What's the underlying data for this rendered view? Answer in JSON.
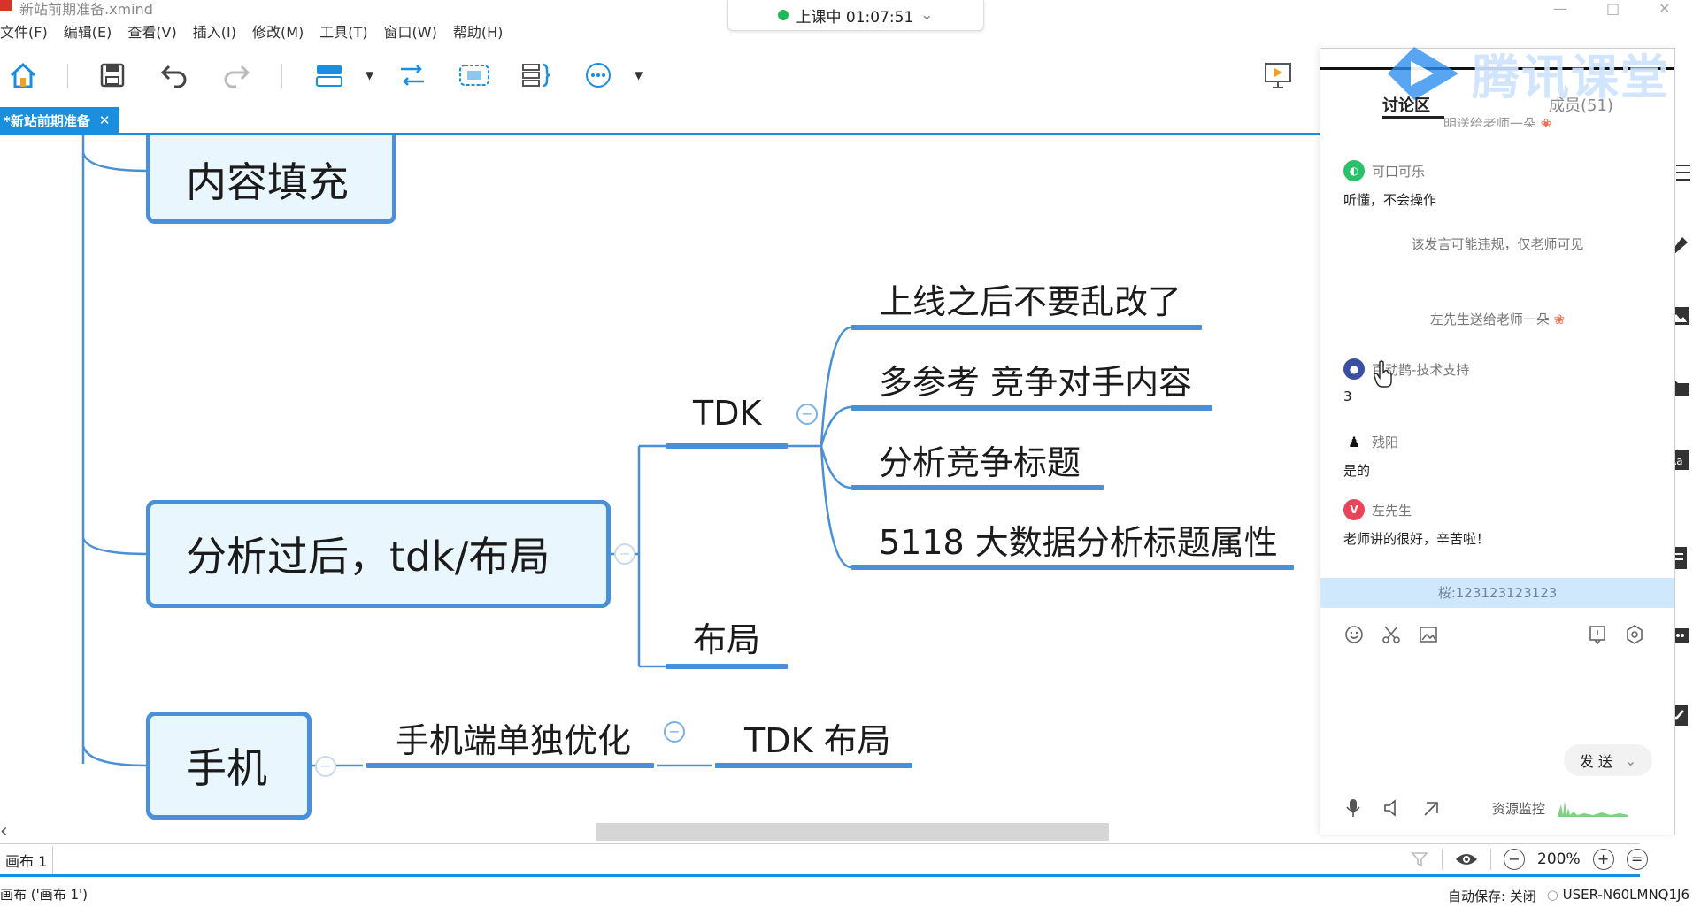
{
  "window": {
    "file_title": "新站前期准备.xmind",
    "controls": [
      "—",
      "□",
      "✕"
    ]
  },
  "menu": [
    "文件(F)",
    "编辑(E)",
    "查看(V)",
    "插入(I)",
    "修改(M)",
    "工具(T)",
    "窗口(W)",
    "帮助(H)"
  ],
  "live": {
    "status": "上课中 01:07:51",
    "caret": "⌄"
  },
  "toolbar": {
    "icons": [
      "home-icon",
      "save-icon",
      "undo-icon",
      "redo-icon",
      "topic-icon",
      "relationship-icon",
      "boundary-icon",
      "summary-icon",
      "more-icon",
      "presentation-icon"
    ]
  },
  "doc_tab": {
    "label": "*新站前期准备",
    "close": "✕"
  },
  "mindmap": {
    "nodes": {
      "content_fill": "内容填充",
      "analysis": "分析过后，tdk/布局",
      "mobile": "手机"
    },
    "tdk": "TDK",
    "layout": "布局",
    "tdk_children": [
      "上线之后不要乱改了",
      "多参考 竞争对手内容",
      "分析竞争标题",
      "5118 大数据分析标题属性"
    ],
    "mobile_child": "手机端单独优化",
    "mobile_grandchild": "TDK 布局",
    "collapse_glyph": "−"
  },
  "sheet_bar": {
    "sheet_tab": "画布 1",
    "zoom": "200%",
    "zoom_out": "−",
    "zoom_in": "+",
    "fit": "="
  },
  "status_bar": {
    "left": "画布 ('画布 1')",
    "autosave": "自动保存: 关闭",
    "user": "USER-N60LMNQ1J6"
  },
  "chat": {
    "logo_text": "腾讯课堂",
    "tabs": {
      "discuss": "讨论区",
      "members": "成员(51)"
    },
    "clipped_top": "明送给老师一朵",
    "messages": [
      {
        "user": "可口可乐",
        "text": "听懂，不会操作",
        "avatar_color": "#2bc06a",
        "avatar_char": "◐"
      },
      {
        "user": "百动鹊-技术支持",
        "text": "3",
        "avatar_color": "#3b4fa0",
        "avatar_char": "●"
      },
      {
        "user": "残阳",
        "text": "是的",
        "avatar_color": "#ffffff",
        "avatar_char": "♟"
      },
      {
        "user": "左先生",
        "text": "老师讲的很好，辛苦啦！",
        "avatar_color": "#e8455a",
        "avatar_char": "V"
      }
    ],
    "system_notice": "该发言可能违规，仅老师可见",
    "gift_notice": "左先生送给老师一朵",
    "highlight_text": "桜:123123123123",
    "send_label": "发 送",
    "send_caret": "⌄",
    "monitor_label": "资源监控"
  },
  "colors": {
    "accent": "#1a8fe0",
    "node_border": "#4a90d9",
    "node_fill": "#eaf6fd"
  }
}
